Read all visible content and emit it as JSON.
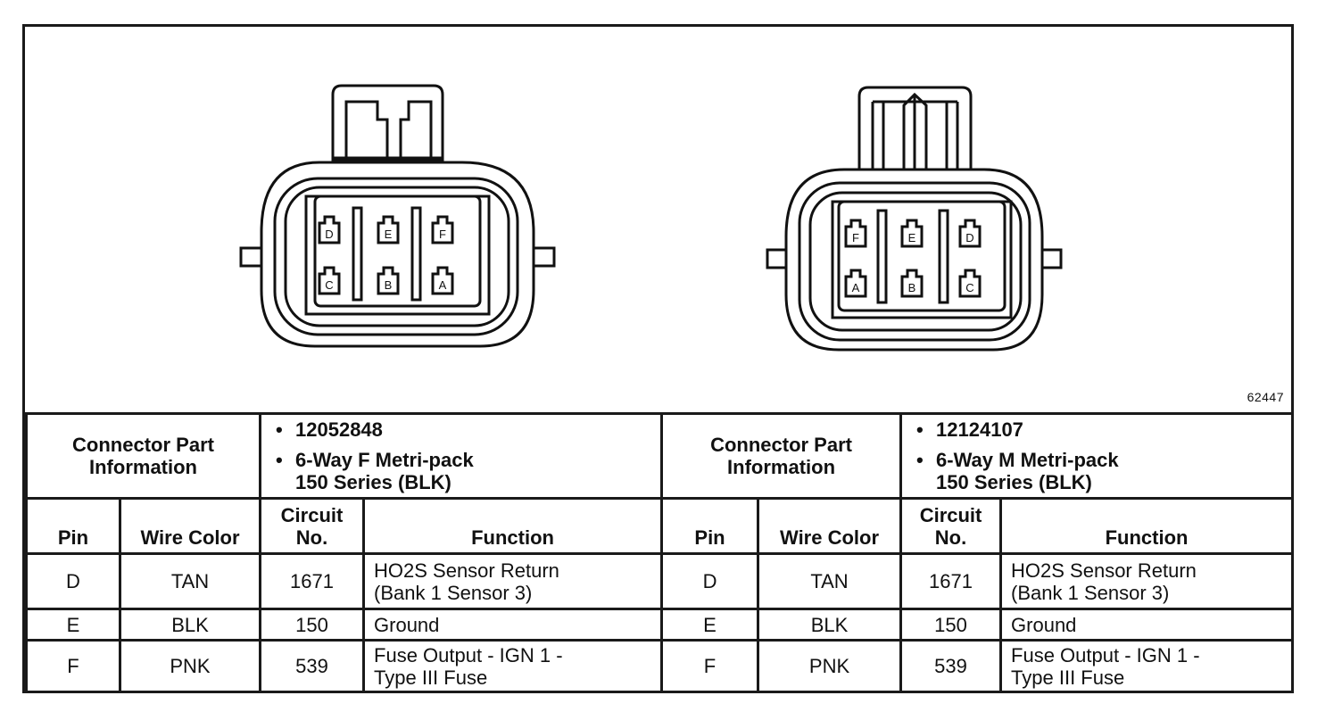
{
  "figure_number": "62447",
  "left_connector": {
    "header_label": "Connector Part Information",
    "part_number": "12052848",
    "description_line1": "6-Way F Metri-pack",
    "description_line2": "150 Series (BLK)",
    "cavity_labels": {
      "top": [
        "D",
        "E",
        "F"
      ],
      "bottom": [
        "C",
        "B",
        "A"
      ]
    }
  },
  "right_connector": {
    "header_label": "Connector Part Information",
    "part_number": "12124107",
    "description_line1": "6-Way M Metri-pack",
    "description_line2": "150 Series (BLK)",
    "cavity_labels": {
      "top": [
        "F",
        "E",
        "D"
      ],
      "bottom": [
        "A",
        "B",
        "C"
      ]
    }
  },
  "columns": {
    "pin": "Pin",
    "wire_color": "Wire Color",
    "circuit_line1": "Circuit",
    "circuit_line2": "No.",
    "function": "Function"
  },
  "rows": [
    {
      "pin": "D",
      "wire": "TAN",
      "circuit": "1671",
      "function_line1": "HO2S Sensor Return",
      "function_line2": "(Bank 1 Sensor 3)"
    },
    {
      "pin": "E",
      "wire": "BLK",
      "circuit": "150",
      "function_line1": "Ground",
      "function_line2": ""
    },
    {
      "pin": "F",
      "wire": "PNK",
      "circuit": "539",
      "function_line1": "Fuse Output - IGN 1 -",
      "function_line2": "Type III Fuse"
    }
  ]
}
